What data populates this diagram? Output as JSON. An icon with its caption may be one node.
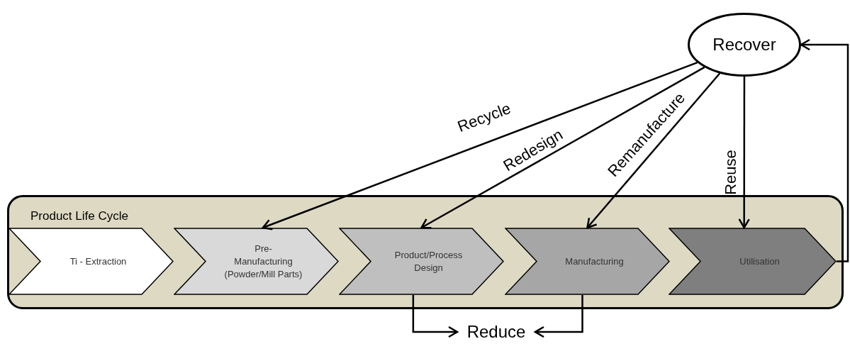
{
  "diagram": {
    "nodes": [
      {
        "text": [
          "Recover"
        ]
      },
      {
        "text": [
          "Product Life Cycle"
        ]
      },
      {
        "text": [
          "Ti - Extraction"
        ],
        "in": 1
      },
      {
        "text": [
          "Pre- Manufacturing (Powder/Mill Parts)"
        ],
        "in": 1
      },
      {
        "text": [
          "Product/Process Design"
        ],
        "in": 1
      },
      {
        "text": [
          "Manufacturing"
        ],
        "in": 1
      },
      {
        "text": [
          "Utilisation"
        ],
        "in": 1
      },
      {
        "text": [
          "Reduce"
        ]
      }
    ],
    "edges": [
      {
        "from": 0,
        "to": 3,
        "arrow": "to",
        "label": "Recycle"
      },
      {
        "from": 0,
        "to": 4,
        "arrow": "to",
        "label": "Redesign"
      },
      {
        "from": 0,
        "to": 5,
        "arrow": "to",
        "label": "Remanufacture"
      },
      {
        "from": 0,
        "to": 6,
        "arrow": "to",
        "label": "Reuse"
      },
      {
        "from": 6,
        "to": 0,
        "arrow": "to"
      },
      {
        "from": 4,
        "to": 7,
        "arrow": "to"
      },
      {
        "from": 5,
        "to": 7,
        "arrow": "to"
      }
    ]
  }
}
